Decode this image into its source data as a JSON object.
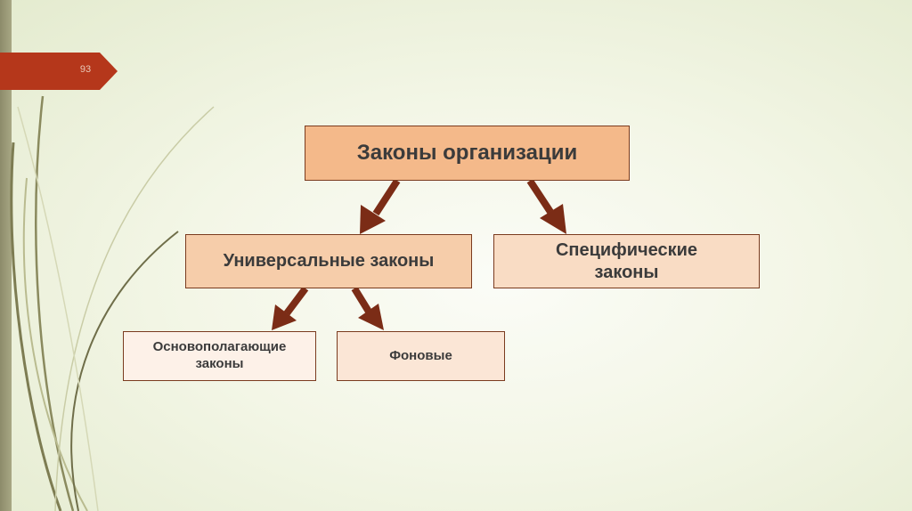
{
  "slide": {
    "page_number": "93",
    "accent_color": "#b5371b",
    "arrow_color": "#7b2c16"
  },
  "diagram": {
    "root": {
      "label": "Законы организации"
    },
    "level2": [
      {
        "label": "Универсальные законы"
      },
      {
        "label": "Специфические законы"
      }
    ],
    "level3": [
      {
        "label": "Основополагающие законы"
      },
      {
        "label": "Фоновые"
      }
    ],
    "edges": [
      {
        "from": "Законы организации",
        "to": "Универсальные законы"
      },
      {
        "from": "Законы организации",
        "to": "Специфические законы"
      },
      {
        "from": "Универсальные законы",
        "to": "Основополагающие законы"
      },
      {
        "from": "Универсальные законы",
        "to": "Фоновые"
      }
    ]
  }
}
